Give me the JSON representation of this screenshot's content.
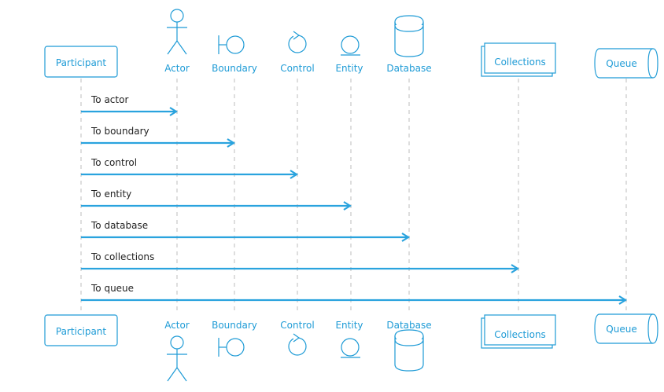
{
  "participants": [
    {
      "id": "participant",
      "label": "Participant",
      "kind": "participant"
    },
    {
      "id": "actor",
      "label": "Actor",
      "kind": "actor"
    },
    {
      "id": "boundary",
      "label": "Boundary",
      "kind": "boundary"
    },
    {
      "id": "control",
      "label": "Control",
      "kind": "control"
    },
    {
      "id": "entity",
      "label": "Entity",
      "kind": "entity"
    },
    {
      "id": "database",
      "label": "Database",
      "kind": "database"
    },
    {
      "id": "collections",
      "label": "Collections",
      "kind": "collections"
    },
    {
      "id": "queue",
      "label": "Queue",
      "kind": "queue"
    }
  ],
  "messages": [
    {
      "label": "To actor",
      "from": "participant",
      "to": "actor"
    },
    {
      "label": "To boundary",
      "from": "participant",
      "to": "boundary"
    },
    {
      "label": "To control",
      "from": "participant",
      "to": "control"
    },
    {
      "label": "To entity",
      "from": "participant",
      "to": "entity"
    },
    {
      "label": "To database",
      "from": "participant",
      "to": "database"
    },
    {
      "label": "To collections",
      "from": "participant",
      "to": "collections"
    },
    {
      "label": "To queue",
      "from": "participant",
      "to": "queue"
    }
  ],
  "colors": {
    "shape": "#1e9bd6",
    "arrow": "#2aa3de",
    "lifeline": "#bdbdbd",
    "text": "#222222"
  }
}
